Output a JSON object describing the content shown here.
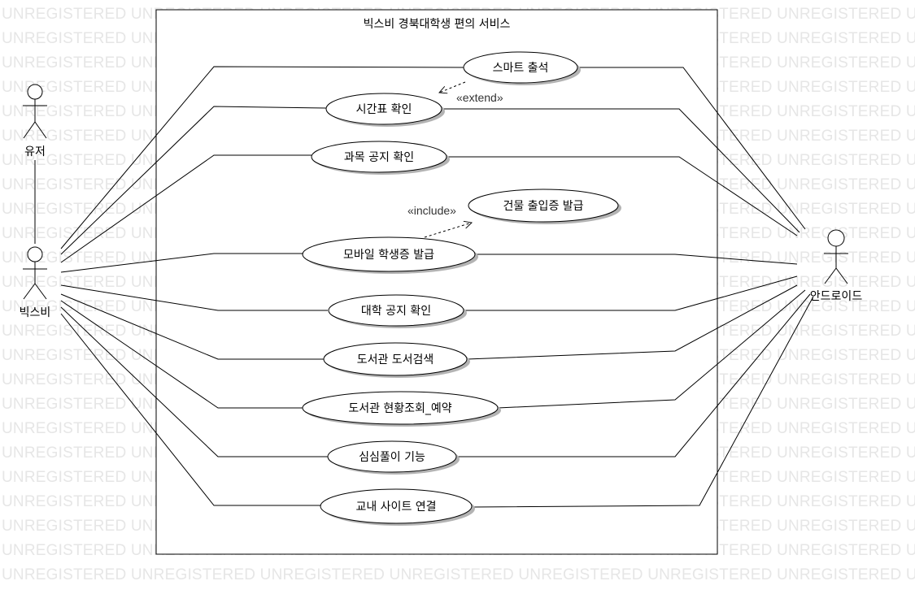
{
  "watermark": {
    "text": "UNREGISTERED",
    "rows": 24
  },
  "system": {
    "title": "빅스비 경북대학생 편의 서비스"
  },
  "actors": {
    "user": "유저",
    "bixby": "빅스비",
    "android": "안드로이드"
  },
  "use_cases": {
    "smart_attendance": "스마트 출석",
    "timetable": "시간표 확인",
    "course_notice": "과목 공지 확인",
    "building_pass": "건물 출입증 발급",
    "mobile_id": "모바일 학생증 발급",
    "univ_notice": "대학 공지 확인",
    "library_search": "도서관 도서검색",
    "library_status": "도서관 현황조회_예약",
    "boredom": "심심풀이 기능",
    "campus_sites": "교내 사이트 연결"
  },
  "relations": {
    "extend": "«extend»",
    "include": "«include»"
  },
  "colors": {
    "line": "#000000",
    "ellipse_fill": "#ffffff",
    "shadow": "#b3b3b3",
    "watermark": "#e6e6e6"
  }
}
